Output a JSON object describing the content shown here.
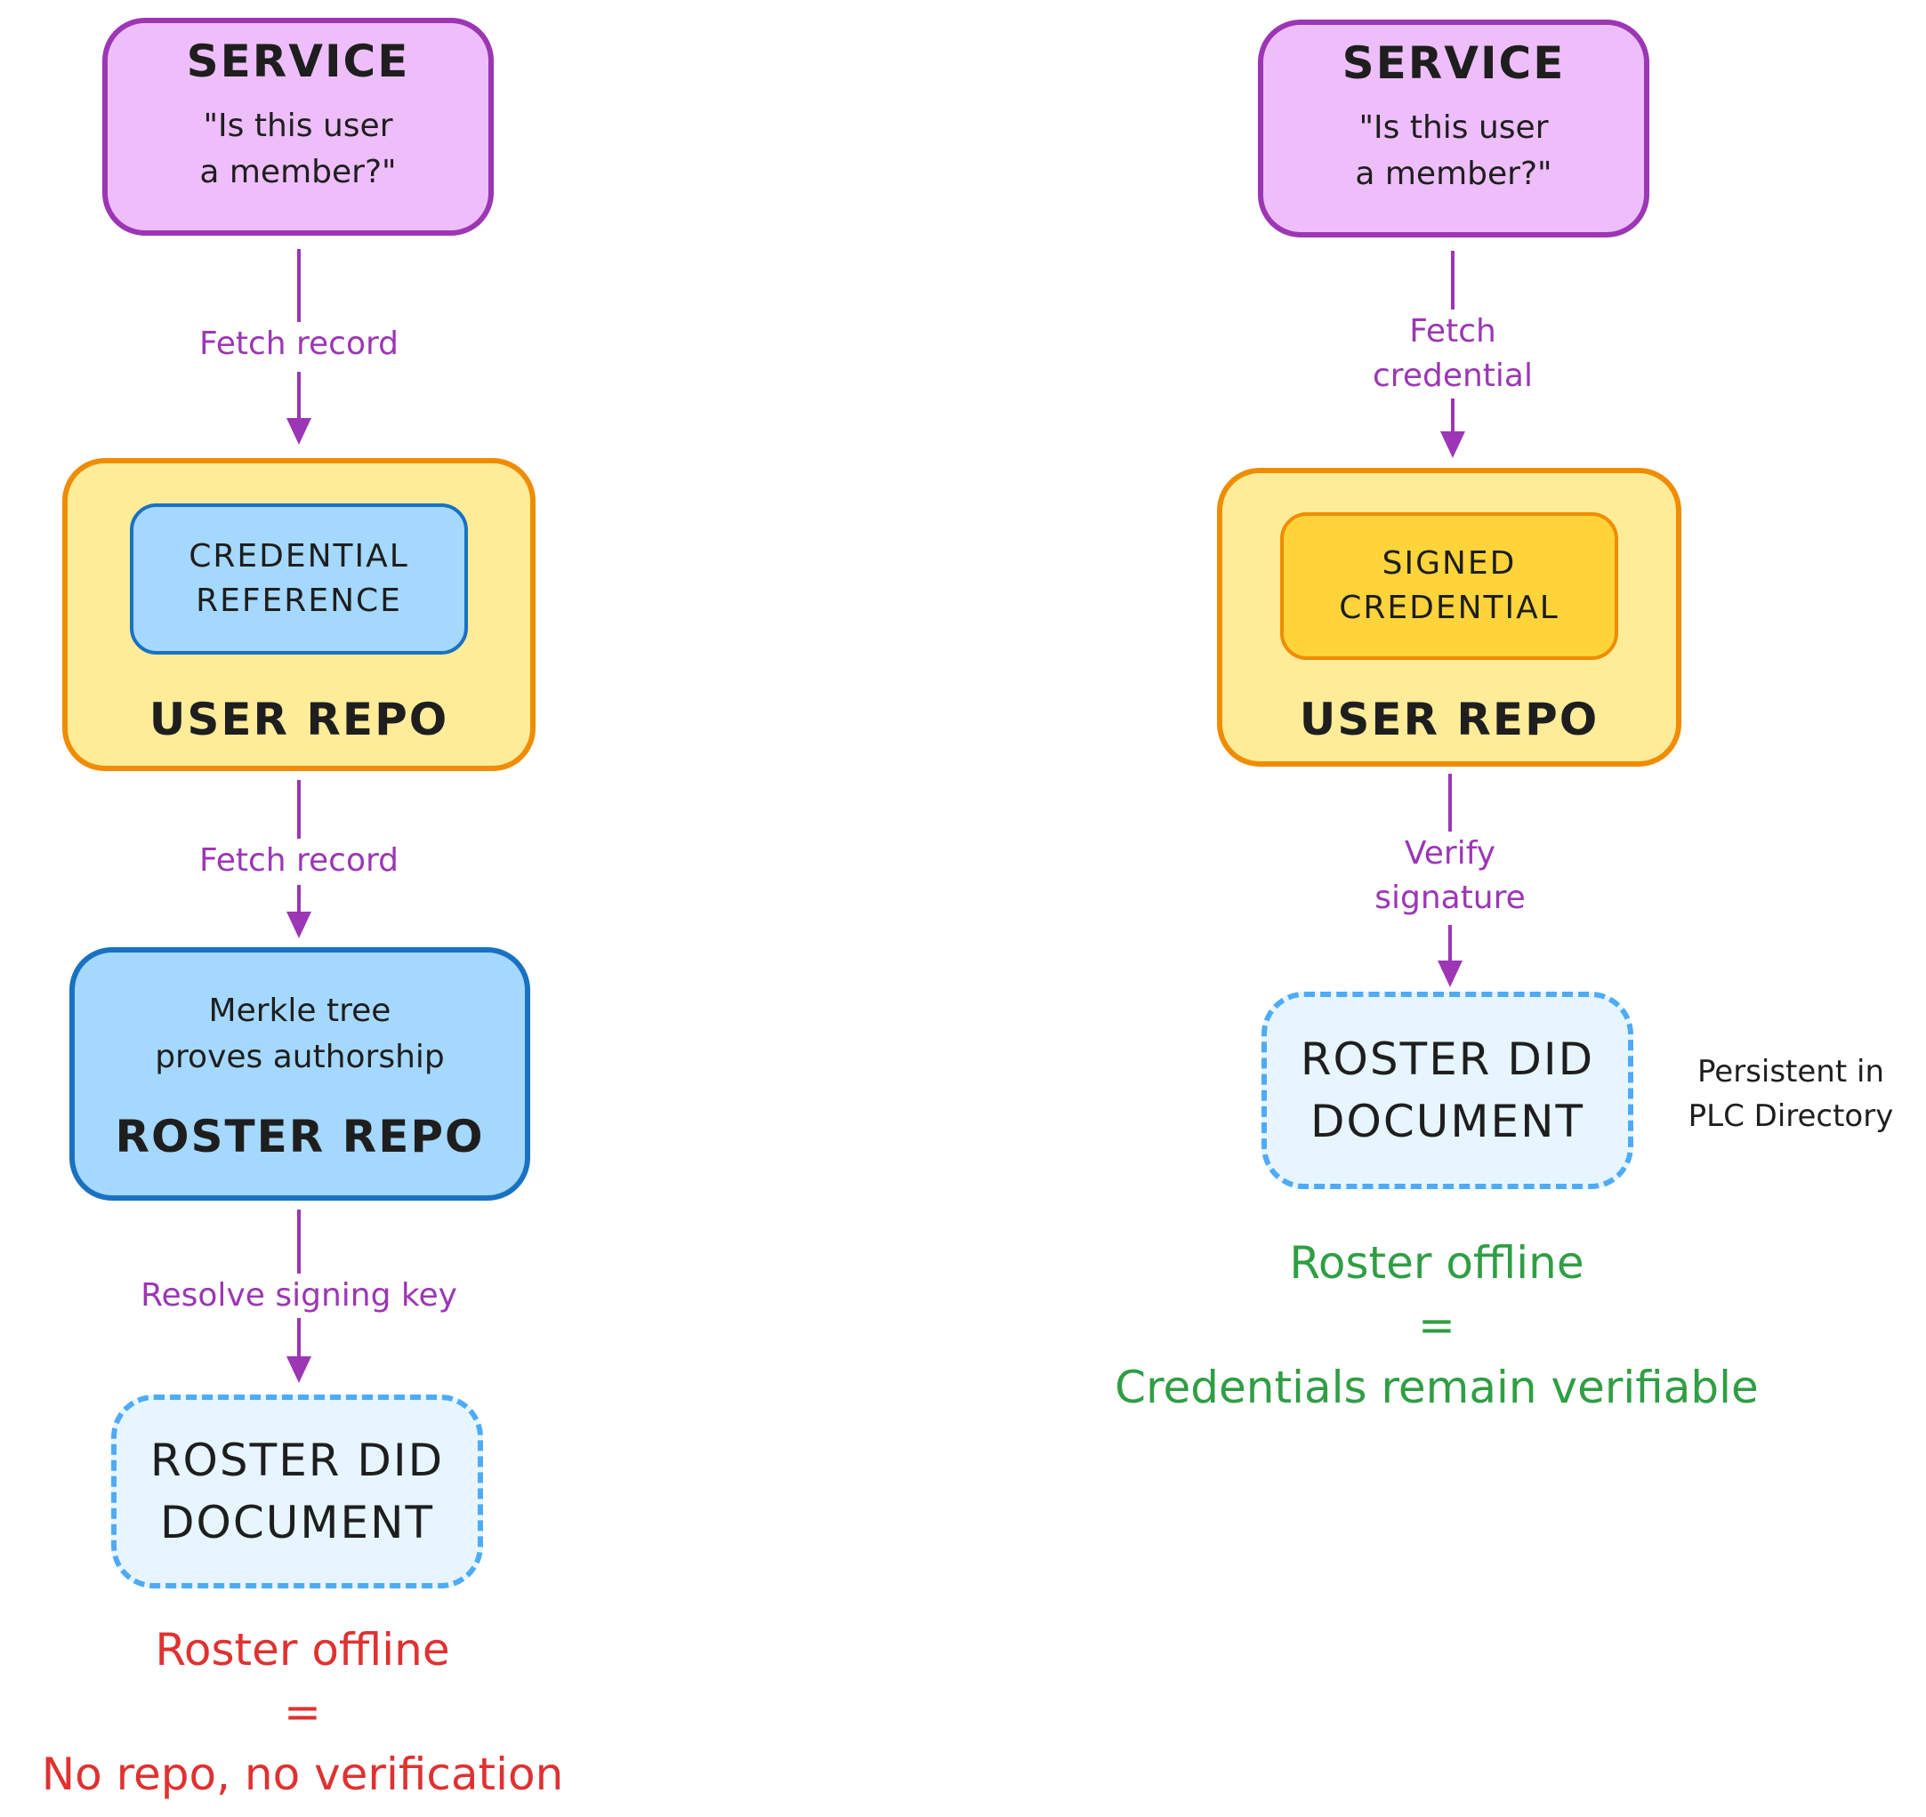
{
  "colors": {
    "service_fill": "#eebefa",
    "service_stroke": "#9c36b5",
    "repo_fill": "#ffec99",
    "repo_stroke": "#f08c00",
    "roster_fill": "#a5d8ff",
    "roster_stroke": "#1971c2",
    "did_fill": "#e7f5ff",
    "did_stroke": "#4dabf7",
    "arrow": "#9c36b5",
    "fail": "#e03131",
    "success": "#2f9e44"
  },
  "left": {
    "service": {
      "title": "SERVICE",
      "question": "\"Is this user\na member?\""
    },
    "edge1": "Fetch record",
    "user_repo": {
      "inner": "CREDENTIAL\nREFERENCE",
      "title": "USER REPO"
    },
    "edge2": "Fetch record",
    "roster_repo": {
      "note": "Merkle tree\nproves authorship",
      "title": "ROSTER REPO"
    },
    "edge3": "Resolve signing key",
    "did_doc": {
      "title": "ROSTER DID\nDOCUMENT"
    },
    "result": {
      "line1": "Roster offline",
      "line2": "=",
      "line3": "No repo, no verification"
    }
  },
  "right": {
    "service": {
      "title": "SERVICE",
      "question": "\"Is this user\na member?\""
    },
    "edge1": "Fetch\ncredential",
    "user_repo": {
      "inner": "SIGNED\nCREDENTIAL",
      "title": "USER REPO"
    },
    "edge2": "Verify\nsignature",
    "did_doc": {
      "title": "ROSTER DID\nDOCUMENT"
    },
    "did_note": "Persistent in\nPLC Directory",
    "result": {
      "line1": "Roster offline",
      "line2": "=",
      "line3": "Credentials remain verifiable"
    }
  }
}
